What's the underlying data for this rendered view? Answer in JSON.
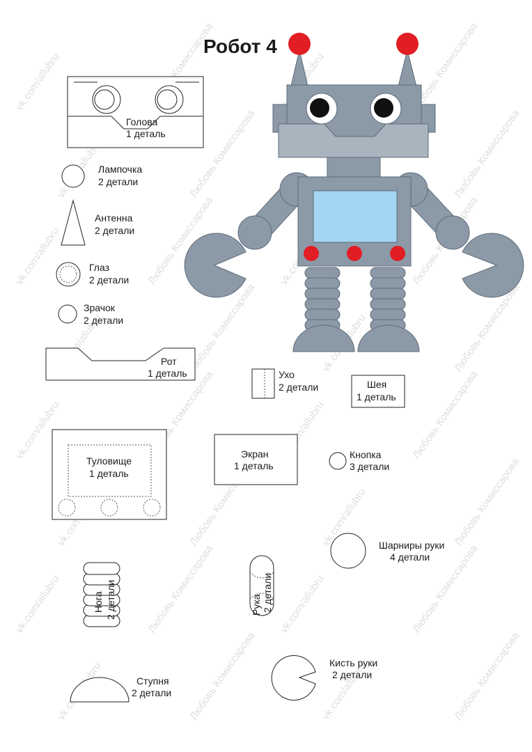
{
  "title": "Робот 4",
  "watermarks": {
    "vk": "vk.com/allubru",
    "author": "Любовь Комиссарова"
  },
  "colors": {
    "body_gray": "#8c9aa8",
    "light_gray": "#a9b4bf",
    "dark_edge": "#5e6b77",
    "screen_blue": "#a4d6f3",
    "red": "#e01e24",
    "black": "#111111"
  },
  "parts": {
    "head": {
      "name": "Голова",
      "count": "1 деталь"
    },
    "lamp": {
      "name": "Лампочка",
      "count": "2 детали"
    },
    "antenna": {
      "name": "Антенна",
      "count": "2 детали"
    },
    "eye": {
      "name": "Глаз",
      "count": "2 детали"
    },
    "pupil": {
      "name": "Зрачок",
      "count": "2 детали"
    },
    "mouth": {
      "name": "Рот",
      "count": "1 деталь"
    },
    "ear": {
      "name": "Ухо",
      "count": "2 детали"
    },
    "neck": {
      "name": "Шея",
      "count": "1 деталь"
    },
    "torso": {
      "name": "Туловище",
      "count": "1 деталь"
    },
    "screen": {
      "name": "Экран",
      "count": "1 деталь"
    },
    "button": {
      "name": "Кнопка",
      "count": "3 детали"
    },
    "arm_joints": {
      "name": "Шарниры руки",
      "count": "4 детали"
    },
    "leg": {
      "name": "Нога",
      "count": "2 детали"
    },
    "arm": {
      "name": "Рука",
      "count": "2 детали"
    },
    "hand": {
      "name": "Кисть руки",
      "count": "2 детали"
    },
    "foot": {
      "name": "Ступня",
      "count": "2 детали"
    }
  }
}
